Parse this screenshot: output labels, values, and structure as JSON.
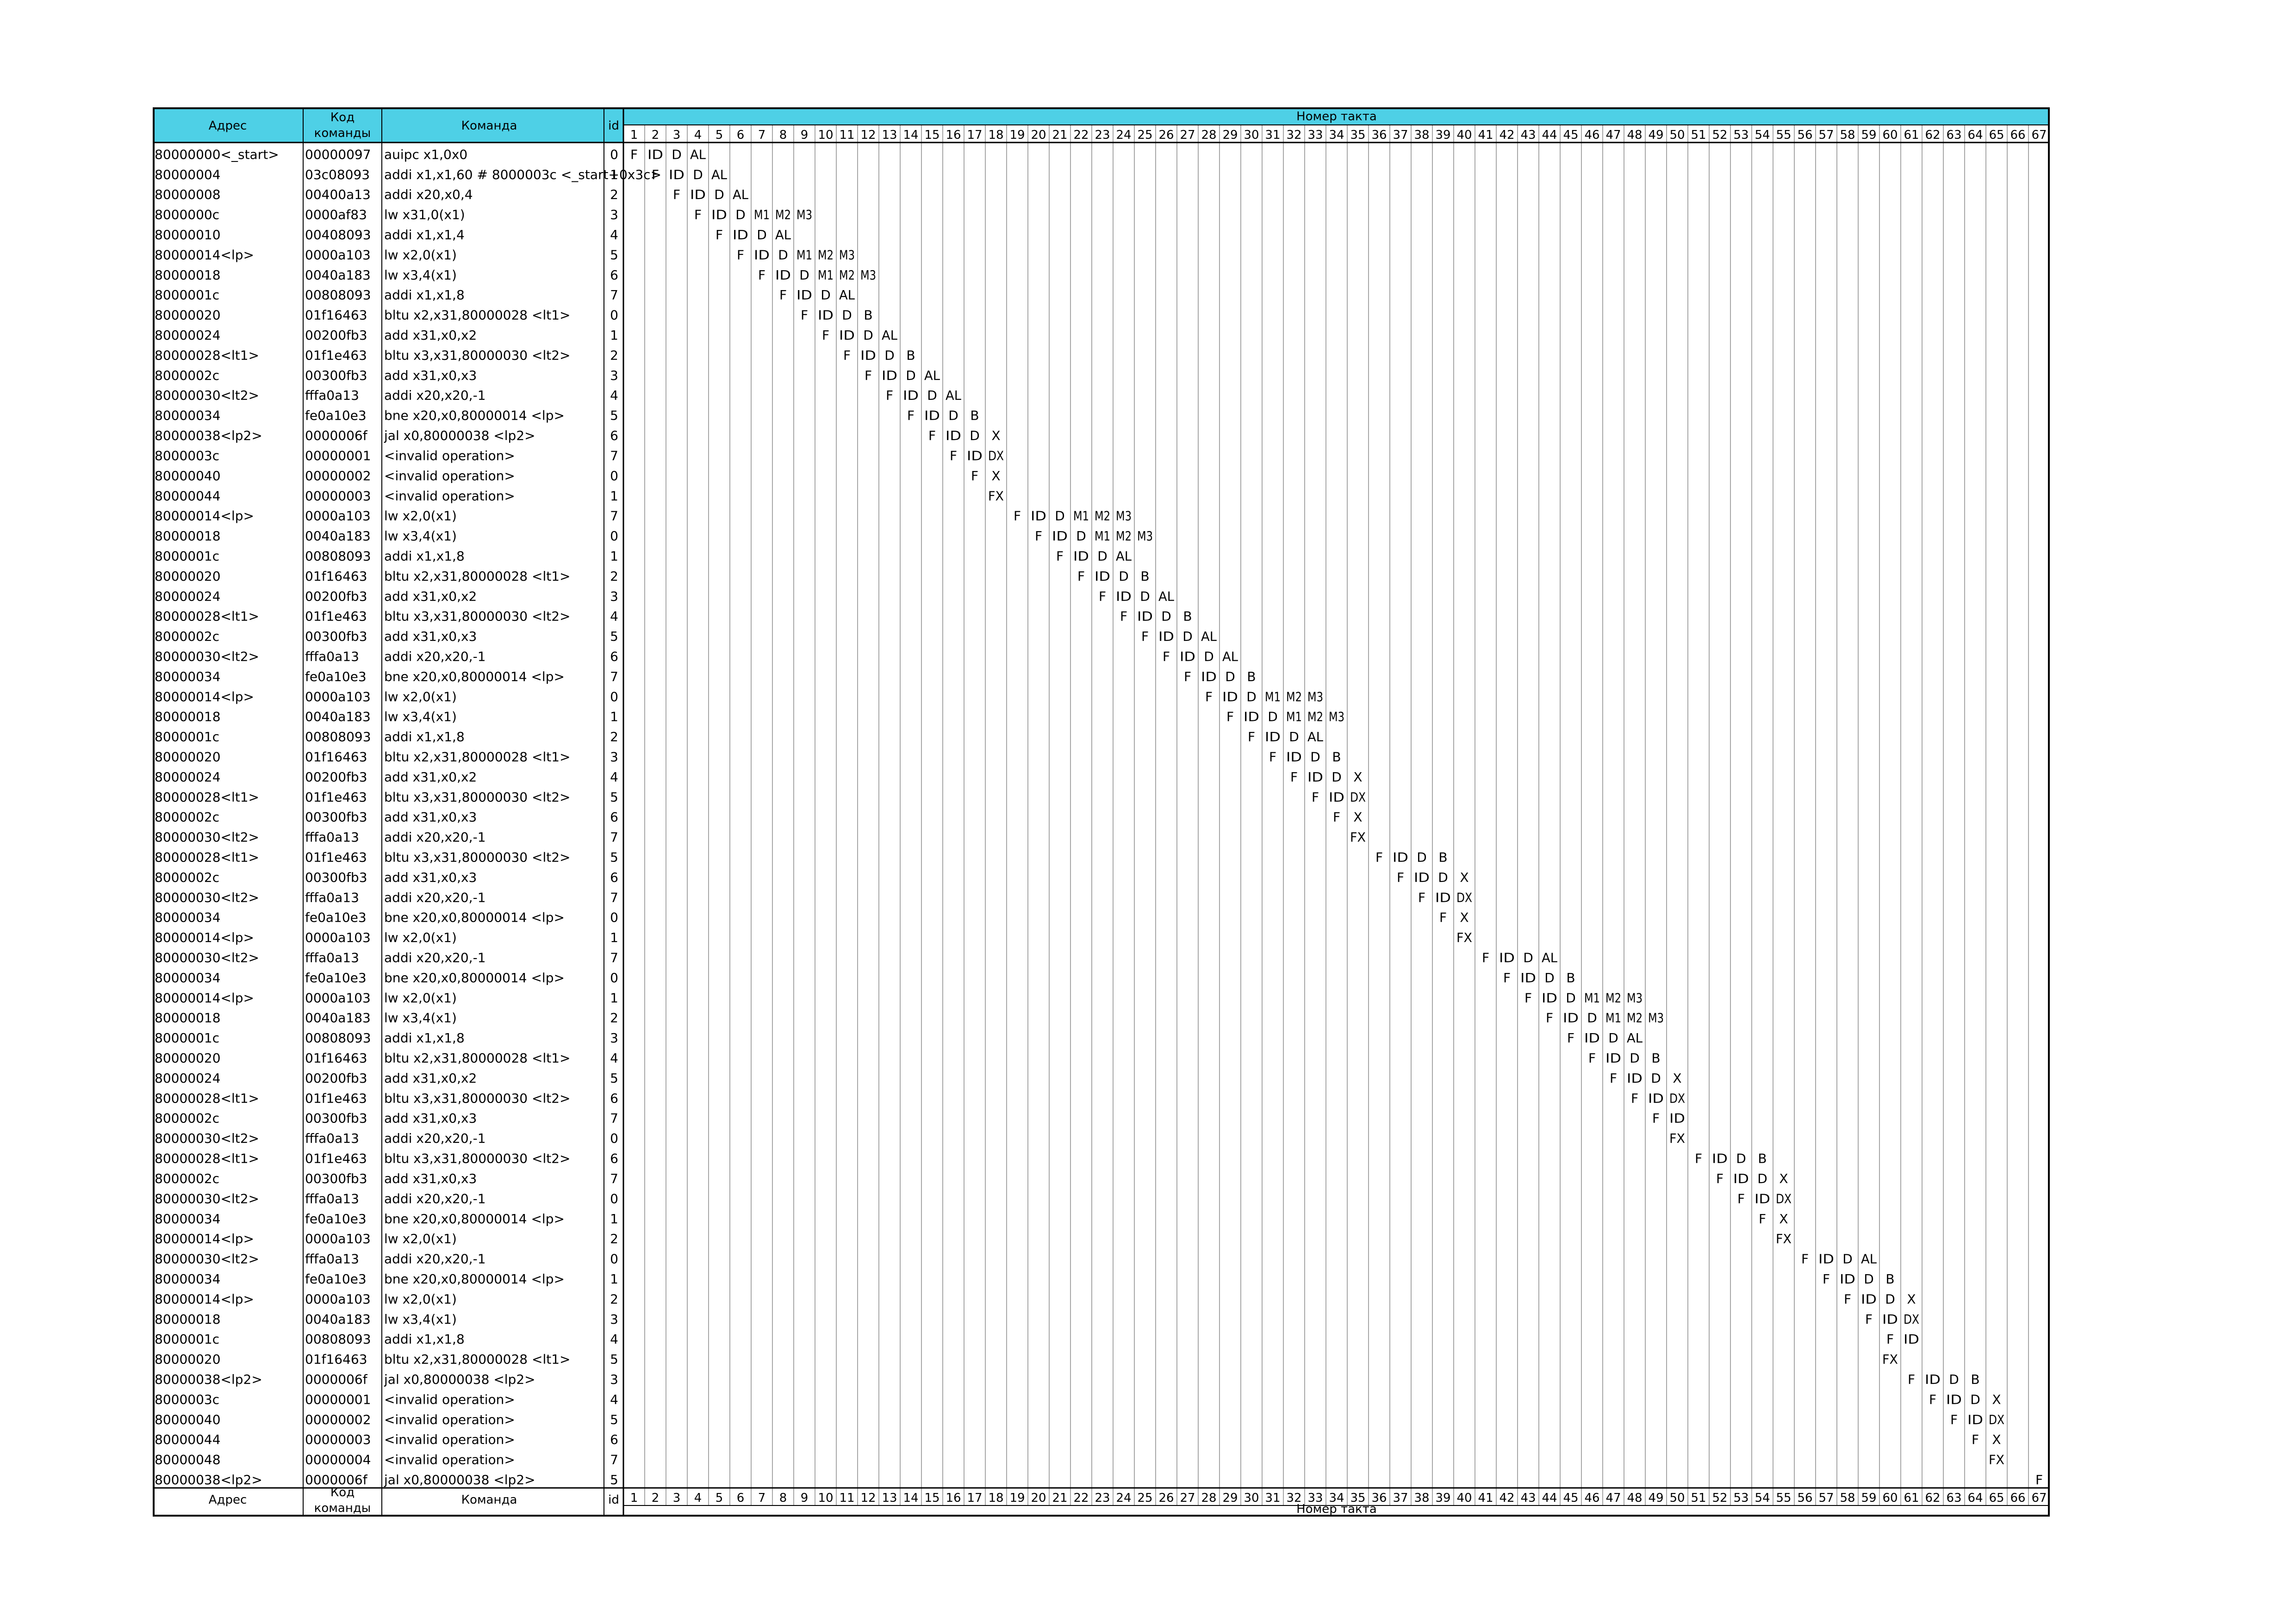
{
  "header": {
    "addr": "Адрес",
    "code_line1": "Код",
    "code_line2": "команды",
    "cmd": "Команда",
    "id": "id",
    "cycles": "Номер такта"
  },
  "cycle_labels": [
    "1",
    "2",
    "3",
    "4",
    "5",
    "6",
    "7",
    "8",
    "9",
    "10",
    "11",
    "12",
    "13",
    "14",
    "15",
    "16",
    "17",
    "18",
    "19",
    "20",
    "21",
    "22",
    "23",
    "24",
    "25",
    "26",
    "27",
    "28",
    "29",
    "30",
    "31",
    "32",
    "33",
    "34",
    "35",
    "36",
    "37",
    "38",
    "39",
    "40",
    "41",
    "42",
    "43",
    "44",
    "45",
    "46",
    "47",
    "48",
    "49",
    "50",
    "51",
    "52",
    "53",
    "54",
    "55",
    "56",
    "57",
    "58",
    "59",
    "60",
    "61",
    "62",
    "63",
    "64",
    "65",
    "66",
    "67"
  ],
  "colors": {
    "header_fill": "#4ed0e6",
    "line": "#000000",
    "grid": "#8a8a8a"
  },
  "rows": [
    {
      "addr": "80000000<_start>",
      "code": "00000097",
      "cmd": "auipc x1,0x0",
      "id": "0",
      "start": 1,
      "stages": [
        "F",
        "ID",
        "D",
        "AL"
      ]
    },
    {
      "addr": "80000004",
      "code": "03c08093",
      "cmd": "addi x1,x1,60 # 8000003c <_start+0x3c>",
      "id": "1",
      "start": 2,
      "stages": [
        "F",
        "ID",
        "D",
        "AL"
      ]
    },
    {
      "addr": "80000008",
      "code": "00400a13",
      "cmd": "addi x20,x0,4",
      "id": "2",
      "start": 3,
      "stages": [
        "F",
        "ID",
        "D",
        "AL"
      ]
    },
    {
      "addr": "8000000c",
      "code": "0000af83",
      "cmd": "lw x31,0(x1)",
      "id": "3",
      "start": 4,
      "stages": [
        "F",
        "ID",
        "D",
        "M1",
        "M2",
        "M3"
      ]
    },
    {
      "addr": "80000010",
      "code": "00408093",
      "cmd": "addi x1,x1,4",
      "id": "4",
      "start": 5,
      "stages": [
        "F",
        "ID",
        "D",
        "AL"
      ]
    },
    {
      "addr": "80000014<lp>",
      "code": "0000a103",
      "cmd": "lw x2,0(x1)",
      "id": "5",
      "start": 6,
      "stages": [
        "F",
        "ID",
        "D",
        "M1",
        "M2",
        "M3"
      ]
    },
    {
      "addr": "80000018",
      "code": "0040a183",
      "cmd": "lw x3,4(x1)",
      "id": "6",
      "start": 7,
      "stages": [
        "F",
        "ID",
        "D",
        "M1",
        "M2",
        "M3"
      ]
    },
    {
      "addr": "8000001c",
      "code": "00808093",
      "cmd": "addi x1,x1,8",
      "id": "7",
      "start": 8,
      "stages": [
        "F",
        "ID",
        "D",
        "AL"
      ]
    },
    {
      "addr": "80000020",
      "code": "01f16463",
      "cmd": "bltu x2,x31,80000028 <lt1>",
      "id": "0",
      "start": 9,
      "stages": [
        "F",
        "ID",
        "D",
        "B"
      ]
    },
    {
      "addr": "80000024",
      "code": "00200fb3",
      "cmd": "add x31,x0,x2",
      "id": "1",
      "start": 10,
      "stages": [
        "F",
        "ID",
        "D",
        "AL"
      ]
    },
    {
      "addr": "80000028<lt1>",
      "code": "01f1e463",
      "cmd": "bltu x3,x31,80000030 <lt2>",
      "id": "2",
      "start": 11,
      "stages": [
        "F",
        "ID",
        "D",
        "B"
      ]
    },
    {
      "addr": "8000002c",
      "code": "00300fb3",
      "cmd": "add x31,x0,x3",
      "id": "3",
      "start": 12,
      "stages": [
        "F",
        "ID",
        "D",
        "AL"
      ]
    },
    {
      "addr": "80000030<lt2>",
      "code": "fffa0a13",
      "cmd": "addi x20,x20,-1",
      "id": "4",
      "start": 13,
      "stages": [
        "F",
        "ID",
        "D",
        "AL"
      ]
    },
    {
      "addr": "80000034",
      "code": "fe0a10e3",
      "cmd": "bne x20,x0,80000014 <lp>",
      "id": "5",
      "start": 14,
      "stages": [
        "F",
        "ID",
        "D",
        "B"
      ]
    },
    {
      "addr": "80000038<lp2>",
      "code": "0000006f",
      "cmd": "jal x0,80000038 <lp2>",
      "id": "6",
      "start": 15,
      "stages": [
        "F",
        "ID",
        "D",
        "X"
      ]
    },
    {
      "addr": "8000003c",
      "code": "00000001",
      "cmd": "<invalid operation>",
      "id": "7",
      "start": 16,
      "stages": [
        "F",
        "ID",
        "DX"
      ]
    },
    {
      "addr": "80000040",
      "code": "00000002",
      "cmd": "<invalid operation>",
      "id": "0",
      "start": 17,
      "stages": [
        "F",
        "X"
      ]
    },
    {
      "addr": "80000044",
      "code": "00000003",
      "cmd": "<invalid operation>",
      "id": "1",
      "start": 18,
      "stages": [
        "FX"
      ]
    },
    {
      "addr": "80000014<lp>",
      "code": "0000a103",
      "cmd": "lw x2,0(x1)",
      "id": "7",
      "start": 19,
      "stages": [
        "F",
        "ID",
        "D",
        "M1",
        "M2",
        "M3"
      ]
    },
    {
      "addr": "80000018",
      "code": "0040a183",
      "cmd": "lw x3,4(x1)",
      "id": "0",
      "start": 20,
      "stages": [
        "F",
        "ID",
        "D",
        "M1",
        "M2",
        "M3"
      ]
    },
    {
      "addr": "8000001c",
      "code": "00808093",
      "cmd": "addi x1,x1,8",
      "id": "1",
      "start": 21,
      "stages": [
        "F",
        "ID",
        "D",
        "AL"
      ]
    },
    {
      "addr": "80000020",
      "code": "01f16463",
      "cmd": "bltu x2,x31,80000028 <lt1>",
      "id": "2",
      "start": 22,
      "stages": [
        "F",
        "ID",
        "D",
        "B"
      ]
    },
    {
      "addr": "80000024",
      "code": "00200fb3",
      "cmd": "add x31,x0,x2",
      "id": "3",
      "start": 23,
      "stages": [
        "F",
        "ID",
        "D",
        "AL"
      ]
    },
    {
      "addr": "80000028<lt1>",
      "code": "01f1e463",
      "cmd": "bltu x3,x31,80000030 <lt2>",
      "id": "4",
      "start": 24,
      "stages": [
        "F",
        "ID",
        "D",
        "B"
      ]
    },
    {
      "addr": "8000002c",
      "code": "00300fb3",
      "cmd": "add x31,x0,x3",
      "id": "5",
      "start": 25,
      "stages": [
        "F",
        "ID",
        "D",
        "AL"
      ]
    },
    {
      "addr": "80000030<lt2>",
      "code": "fffa0a13",
      "cmd": "addi x20,x20,-1",
      "id": "6",
      "start": 26,
      "stages": [
        "F",
        "ID",
        "D",
        "AL"
      ]
    },
    {
      "addr": "80000034",
      "code": "fe0a10e3",
      "cmd": "bne x20,x0,80000014 <lp>",
      "id": "7",
      "start": 27,
      "stages": [
        "F",
        "ID",
        "D",
        "B"
      ]
    },
    {
      "addr": "80000014<lp>",
      "code": "0000a103",
      "cmd": "lw x2,0(x1)",
      "id": "0",
      "start": 28,
      "stages": [
        "F",
        "ID",
        "D",
        "M1",
        "M2",
        "M3"
      ]
    },
    {
      "addr": "80000018",
      "code": "0040a183",
      "cmd": "lw x3,4(x1)",
      "id": "1",
      "start": 29,
      "stages": [
        "F",
        "ID",
        "D",
        "M1",
        "M2",
        "M3"
      ]
    },
    {
      "addr": "8000001c",
      "code": "00808093",
      "cmd": "addi x1,x1,8",
      "id": "2",
      "start": 30,
      "stages": [
        "F",
        "ID",
        "D",
        "AL"
      ]
    },
    {
      "addr": "80000020",
      "code": "01f16463",
      "cmd": "bltu x2,x31,80000028 <lt1>",
      "id": "3",
      "start": 31,
      "stages": [
        "F",
        "ID",
        "D",
        "B"
      ]
    },
    {
      "addr": "80000024",
      "code": "00200fb3",
      "cmd": "add x31,x0,x2",
      "id": "4",
      "start": 32,
      "stages": [
        "F",
        "ID",
        "D",
        "X"
      ]
    },
    {
      "addr": "80000028<lt1>",
      "code": "01f1e463",
      "cmd": "bltu x3,x31,80000030 <lt2>",
      "id": "5",
      "start": 33,
      "stages": [
        "F",
        "ID",
        "DX"
      ]
    },
    {
      "addr": "8000002c",
      "code": "00300fb3",
      "cmd": "add x31,x0,x3",
      "id": "6",
      "start": 34,
      "stages": [
        "F",
        "X"
      ]
    },
    {
      "addr": "80000030<lt2>",
      "code": "fffa0a13",
      "cmd": "addi x20,x20,-1",
      "id": "7",
      "start": 35,
      "stages": [
        "FX"
      ]
    },
    {
      "addr": "80000028<lt1>",
      "code": "01f1e463",
      "cmd": "bltu x3,x31,80000030 <lt2>",
      "id": "5",
      "start": 36,
      "stages": [
        "F",
        "ID",
        "D",
        "B"
      ]
    },
    {
      "addr": "8000002c",
      "code": "00300fb3",
      "cmd": "add x31,x0,x3",
      "id": "6",
      "start": 37,
      "stages": [
        "F",
        "ID",
        "D",
        "X"
      ]
    },
    {
      "addr": "80000030<lt2>",
      "code": "fffa0a13",
      "cmd": "addi x20,x20,-1",
      "id": "7",
      "start": 38,
      "stages": [
        "F",
        "ID",
        "DX"
      ]
    },
    {
      "addr": "80000034",
      "code": "fe0a10e3",
      "cmd": "bne x20,x0,80000014 <lp>",
      "id": "0",
      "start": 39,
      "stages": [
        "F",
        "X"
      ]
    },
    {
      "addr": "80000014<lp>",
      "code": "0000a103",
      "cmd": "lw x2,0(x1)",
      "id": "1",
      "start": 40,
      "stages": [
        "FX"
      ]
    },
    {
      "addr": "80000030<lt2>",
      "code": "fffa0a13",
      "cmd": "addi x20,x20,-1",
      "id": "7",
      "start": 41,
      "stages": [
        "F",
        "ID",
        "D",
        "AL"
      ]
    },
    {
      "addr": "80000034",
      "code": "fe0a10e3",
      "cmd": "bne x20,x0,80000014 <lp>",
      "id": "0",
      "start": 42,
      "stages": [
        "F",
        "ID",
        "D",
        "B"
      ]
    },
    {
      "addr": "80000014<lp>",
      "code": "0000a103",
      "cmd": "lw x2,0(x1)",
      "id": "1",
      "start": 43,
      "stages": [
        "F",
        "ID",
        "D",
        "M1",
        "M2",
        "M3"
      ]
    },
    {
      "addr": "80000018",
      "code": "0040a183",
      "cmd": "lw x3,4(x1)",
      "id": "2",
      "start": 44,
      "stages": [
        "F",
        "ID",
        "D",
        "M1",
        "M2",
        "M3"
      ]
    },
    {
      "addr": "8000001c",
      "code": "00808093",
      "cmd": "addi x1,x1,8",
      "id": "3",
      "start": 45,
      "stages": [
        "F",
        "ID",
        "D",
        "AL"
      ]
    },
    {
      "addr": "80000020",
      "code": "01f16463",
      "cmd": "bltu x2,x31,80000028 <lt1>",
      "id": "4",
      "start": 46,
      "stages": [
        "F",
        "ID",
        "D",
        "B"
      ]
    },
    {
      "addr": "80000024",
      "code": "00200fb3",
      "cmd": "add x31,x0,x2",
      "id": "5",
      "start": 47,
      "stages": [
        "F",
        "ID",
        "D",
        "X"
      ]
    },
    {
      "addr": "80000028<lt1>",
      "code": "01f1e463",
      "cmd": "bltu x3,x31,80000030 <lt2>",
      "id": "6",
      "start": 48,
      "stages": [
        "F",
        "ID",
        "DX"
      ]
    },
    {
      "addr": "8000002c",
      "code": "00300fb3",
      "cmd": "add x31,x0,x3",
      "id": "7",
      "start": 49,
      "stages": [
        "F",
        "ID"
      ]
    },
    {
      "addr": "80000030<lt2>",
      "code": "fffa0a13",
      "cmd": "addi x20,x20,-1",
      "id": "0",
      "start": 50,
      "stages": [
        "FX"
      ]
    },
    {
      "addr": "80000028<lt1>",
      "code": "01f1e463",
      "cmd": "bltu x3,x31,80000030 <lt2>",
      "id": "6",
      "start": 51,
      "stages": [
        "F",
        "ID",
        "D",
        "B"
      ]
    },
    {
      "addr": "8000002c",
      "code": "00300fb3",
      "cmd": "add x31,x0,x3",
      "id": "7",
      "start": 52,
      "stages": [
        "F",
        "ID",
        "D",
        "X"
      ]
    },
    {
      "addr": "80000030<lt2>",
      "code": "fffa0a13",
      "cmd": "addi x20,x20,-1",
      "id": "0",
      "start": 53,
      "stages": [
        "F",
        "ID",
        "DX"
      ]
    },
    {
      "addr": "80000034",
      "code": "fe0a10e3",
      "cmd": "bne x20,x0,80000014 <lp>",
      "id": "1",
      "start": 54,
      "stages": [
        "F",
        "X"
      ]
    },
    {
      "addr": "80000014<lp>",
      "code": "0000a103",
      "cmd": "lw x2,0(x1)",
      "id": "2",
      "start": 55,
      "stages": [
        "FX"
      ]
    },
    {
      "addr": "80000030<lt2>",
      "code": "fffa0a13",
      "cmd": "addi x20,x20,-1",
      "id": "0",
      "start": 56,
      "stages": [
        "F",
        "ID",
        "D",
        "AL"
      ]
    },
    {
      "addr": "80000034",
      "code": "fe0a10e3",
      "cmd": "bne x20,x0,80000014 <lp>",
      "id": "1",
      "start": 57,
      "stages": [
        "F",
        "ID",
        "D",
        "B"
      ]
    },
    {
      "addr": "80000014<lp>",
      "code": "0000a103",
      "cmd": "lw x2,0(x1)",
      "id": "2",
      "start": 58,
      "stages": [
        "F",
        "ID",
        "D",
        "X"
      ]
    },
    {
      "addr": "80000018",
      "code": "0040a183",
      "cmd": "lw x3,4(x1)",
      "id": "3",
      "start": 59,
      "stages": [
        "F",
        "ID",
        "DX"
      ]
    },
    {
      "addr": "8000001c",
      "code": "00808093",
      "cmd": "addi x1,x1,8",
      "id": "4",
      "start": 60,
      "stages": [
        "F",
        "ID"
      ]
    },
    {
      "addr": "80000020",
      "code": "01f16463",
      "cmd": "bltu x2,x31,80000028 <lt1>",
      "id": "5",
      "start": 60,
      "stages": [
        "FX"
      ]
    },
    {
      "addr": "80000038<lp2>",
      "code": "0000006f",
      "cmd": "jal x0,80000038 <lp2>",
      "id": "3",
      "start": 61,
      "stages": [
        "F",
        "ID",
        "D",
        "B"
      ]
    },
    {
      "addr": "8000003c",
      "code": "00000001",
      "cmd": "<invalid operation>",
      "id": "4",
      "start": 62,
      "stages": [
        "F",
        "ID",
        "D",
        "X"
      ]
    },
    {
      "addr": "80000040",
      "code": "00000002",
      "cmd": "<invalid operation>",
      "id": "5",
      "start": 63,
      "stages": [
        "F",
        "ID",
        "DX"
      ]
    },
    {
      "addr": "80000044",
      "code": "00000003",
      "cmd": "<invalid operation>",
      "id": "6",
      "start": 64,
      "stages": [
        "F",
        "X"
      ]
    },
    {
      "addr": "80000048",
      "code": "00000004",
      "cmd": "<invalid operation>",
      "id": "7",
      "start": 65,
      "stages": [
        "FX"
      ]
    },
    {
      "addr": "80000038<lp2>",
      "code": "0000006f",
      "cmd": "jal x0,80000038 <lp2>",
      "id": "5",
      "start": 67,
      "stages": [
        "F"
      ]
    }
  ]
}
